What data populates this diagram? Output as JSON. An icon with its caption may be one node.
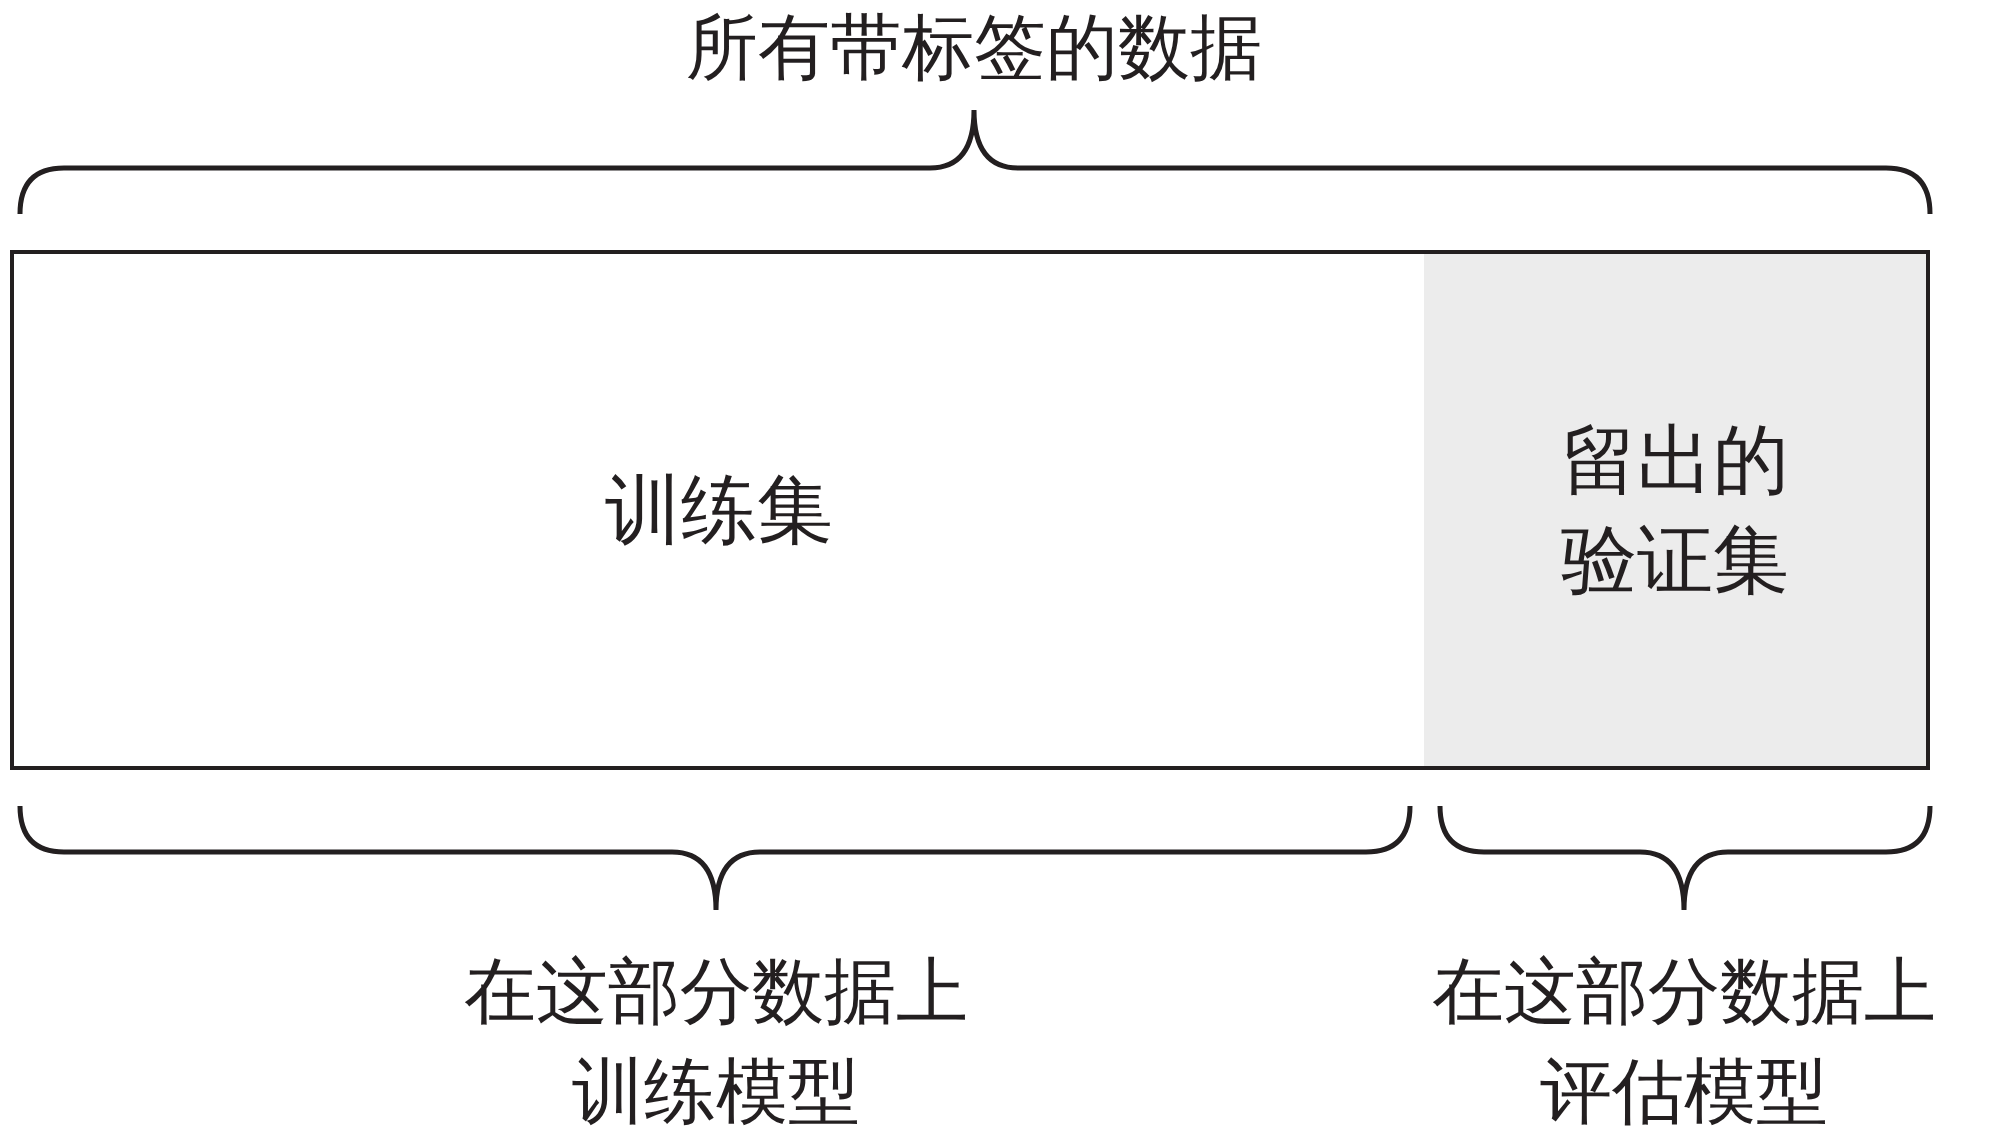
{
  "diagram": {
    "nodes": [
      {
        "text": [
          "训练集"
        ]
      },
      {
        "text": [
          "留出的验证集"
        ]
      }
    ],
    "labels": [
      "所有带标签的数据",
      "在这部分数据上训练模型",
      "在这部分数据上评估模型"
    ]
  }
}
